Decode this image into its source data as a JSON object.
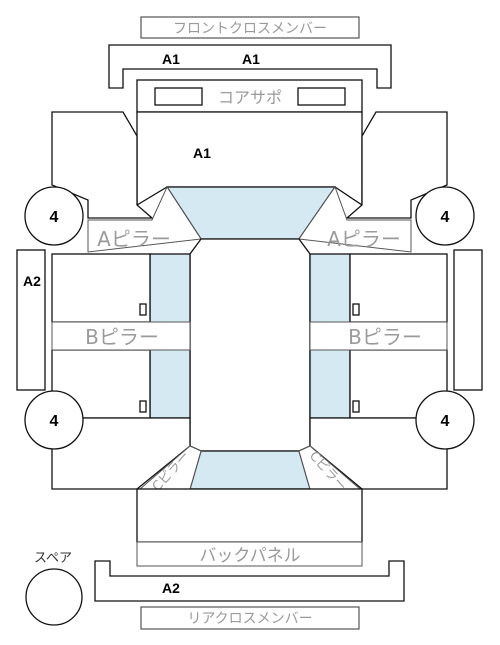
{
  "labels": {
    "front_cross_member": "フロントクロスメンバー",
    "core_support": "コアサポ",
    "a_pillar": "Aピラー",
    "b_pillar": "Bピラー",
    "c_pillar": "Cピラー",
    "back_panel": "バックパネル",
    "rear_cross_member": "リアクロスメンバー",
    "spare": "スペア"
  },
  "grades": {
    "front_cross_left": "A1",
    "front_cross_right": "A1",
    "front_inner": "A1",
    "side_sill_left": "A2",
    "rear_cross": "A2",
    "wheel_front_left": "4",
    "wheel_front_right": "4",
    "wheel_rear_left": "4",
    "wheel_rear_right": "4"
  },
  "colors": {
    "glass": "#d5e9f2",
    "outline": "#111111",
    "label_text": "#9a9a9a"
  }
}
